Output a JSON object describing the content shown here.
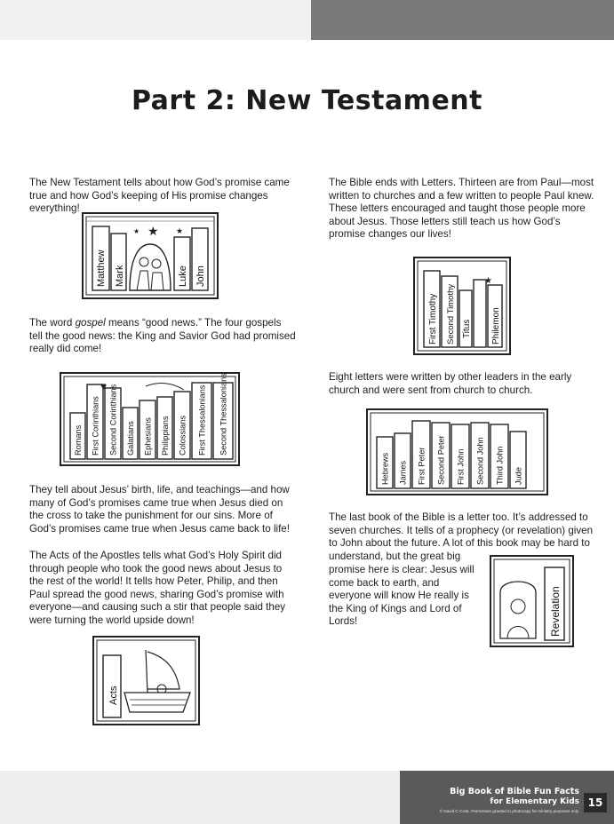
{
  "page": {
    "title": "Part 2: New Testament",
    "page_number": "15"
  },
  "left_column": {
    "p1": "The New Testament tells about how God’s promise came true and how God’s keeping of His promise changes everything!",
    "p2_pre": "The word ",
    "p2_em": "gospel",
    "p2_post": " means “good news.” The four gospels tell the good news: the King and Savior God had promised really did come!",
    "p3": "They tell about Jesus’ birth, life, and teachings—and how many of God’s promises came true when Jesus died on the cross to take the punishment for our sins. More of God’s promises came true when Jesus came back to life!",
    "p4": "The Acts of the Apostles tells what God’s Holy Spirit did through people who took the good news about Jesus to the rest of the world! It tells how Peter, Philip, and then Paul spread the good news, sharing God’s promise with everyone—and causing such a stir that people said they were turning the world upside down!"
  },
  "right_column": {
    "p1": "The Bible ends with Letters. Thirteen are from Paul—most written to churches and a few written to people Paul knew. These letters encouraged and taught those people more about Jesus. Those letters still teach us how God’s promise changes our lives!",
    "p2": "Eight letters were written by other leaders in the early church and were sent from church to church.",
    "p3a": "The last book of the Bible is a letter too. It’s addressed to seven churches. It tells of a prophecy (or revelation) given to John about the future. A lot of this book may be hard to understand, but the great big",
    "p3b": "promise here is clear: Jesus will come back to earth, and everyone will know He really is the King of Kings and Lord of Lords!"
  },
  "illustrations": {
    "gospels": [
      "Matthew",
      "Mark",
      "Luke",
      "John"
    ],
    "paul_letters_1": [
      "Romans",
      "First Corinthians",
      "Second Corinthians",
      "Galatians",
      "Ephesians",
      "Philippians",
      "Colossians",
      "First Thessalonians",
      "Second Thessalonians"
    ],
    "paul_letters_2": [
      "First Timothy",
      "Second Timothy",
      "Titus",
      "Philemon"
    ],
    "general_letters": [
      "Hebrews",
      "James",
      "First Peter",
      "Second Peter",
      "First John",
      "Second John",
      "Third John",
      "Jude"
    ],
    "acts": [
      "Acts"
    ],
    "revelation": [
      "Revelation"
    ]
  },
  "footer": {
    "title": "Big Book of Bible Fun Facts",
    "subtitle": "for Elementary Kids",
    "copyright": "© David C Cook. Permission granted to photocopy for ministry purposes only."
  }
}
